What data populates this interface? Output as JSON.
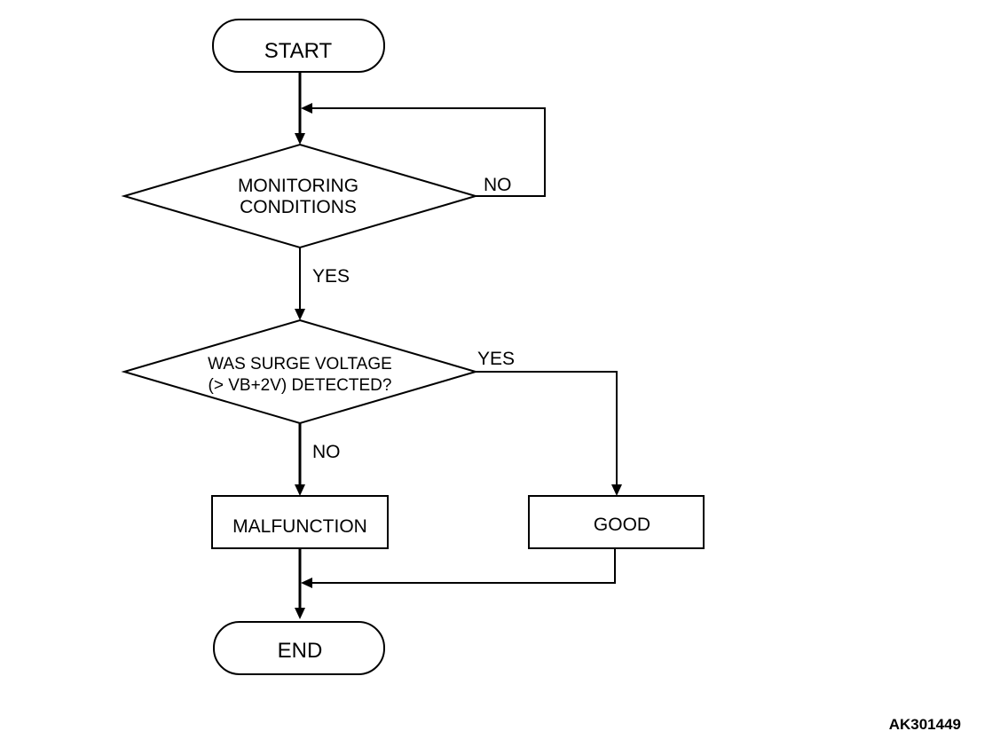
{
  "diagram": {
    "nodes": {
      "start": {
        "label": "START"
      },
      "monitoring": {
        "lines": [
          "MONITORING",
          "CONDITIONS"
        ]
      },
      "surge_check": {
        "lines": [
          "WAS SURGE VOLTAGE",
          "(> VB+2V) DETECTED?"
        ]
      },
      "malfunction": {
        "label": "MALFUNCTION"
      },
      "good": {
        "label": "GOOD"
      },
      "end": {
        "label": "END"
      }
    },
    "edges": {
      "monitoring_no": "NO",
      "monitoring_yes": "YES",
      "surge_yes": "YES",
      "surge_no": "NO"
    },
    "reference_code": "AK301449"
  }
}
